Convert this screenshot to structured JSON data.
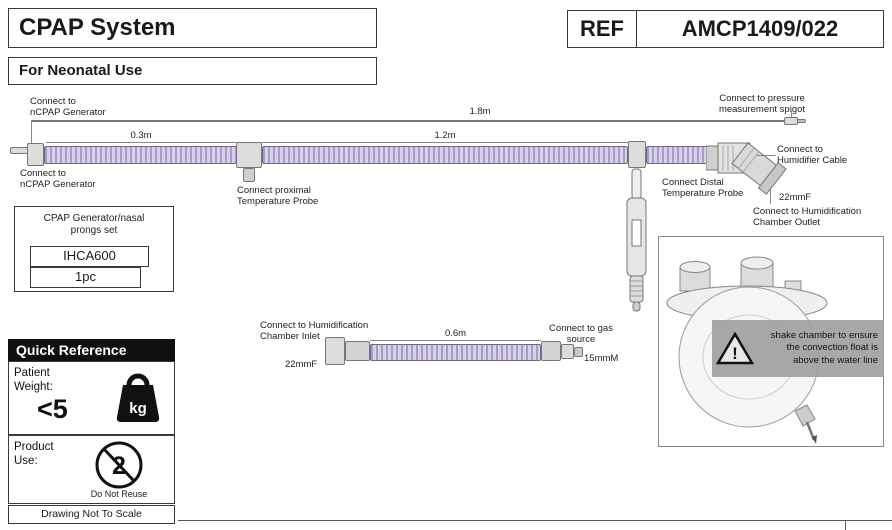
{
  "header": {
    "title": "CPAP System",
    "subtitle": "For Neonatal Use",
    "ref_label": "REF",
    "ref_value": "AMCP1409/022"
  },
  "pressure_line": {
    "left_label": "Connect to\nnCPAP Generator",
    "length": "1.8m",
    "right_label": "Connect to pressure\nmeasurement spigot"
  },
  "main_tube": {
    "left_label": "Connect to\nnCPAP Generator",
    "segment1_length": "0.3m",
    "segment2_length": "1.2m",
    "proximal_probe_label": "Connect proximal\nTemperature Probe",
    "distal_probe_label": "Connect Distal\nTemperature Probe",
    "humidifier_cable_label": "Connect to\nHumidifier Cable",
    "outlet_size": "22mmF",
    "chamber_outlet_label": "Connect to Humidification\nChamber Outlet"
  },
  "generator_set": {
    "title": "CPAP Generator/nasal\nprongs set",
    "code": "IHCA600",
    "quantity": "1pc"
  },
  "inlet_tube": {
    "chamber_inlet_label": "Connect to Humidification\nChamber Inlet",
    "inlet_size": "22mmF",
    "length": "0.6m",
    "gas_source_label": "Connect to gas\nsource",
    "gas_size": "15mmM"
  },
  "chamber": {
    "warning_text": "shake chamber to ensure\nthe convection float is\nabove the water line"
  },
  "quick_reference": {
    "title": "Quick Reference",
    "patient_weight_label": "Patient\nWeight:",
    "weight_value": "<5",
    "weight_unit": "kg",
    "product_use_label": "Product\nUse:",
    "reuse_number": "2",
    "do_not_reuse_label": "Do Not Reuse",
    "drawing_note": "Drawing Not To Scale"
  }
}
